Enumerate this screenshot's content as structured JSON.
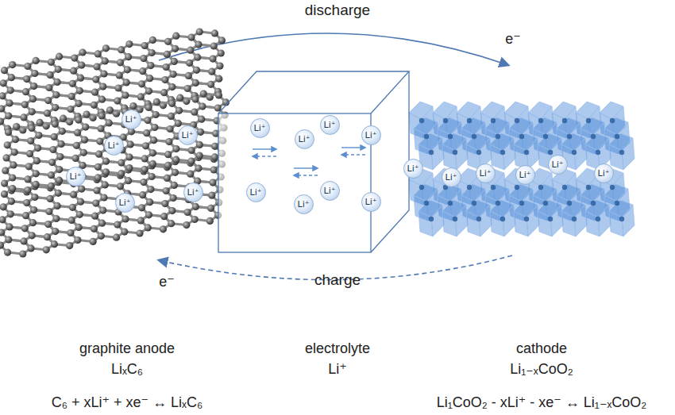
{
  "diagram": {
    "nodes": [
      {
        "text": [
          "Li⁺"
        ]
      },
      {
        "text": [
          "Li⁺"
        ]
      },
      {
        "text": [
          "Li⁺"
        ]
      },
      {
        "text": [
          "Li⁺"
        ]
      },
      {
        "text": [
          "Li⁺"
        ]
      },
      {
        "text": [
          "Li⁺"
        ]
      },
      {
        "text": [
          "Li⁺"
        ]
      },
      {
        "text": [
          "Li⁺"
        ]
      },
      {
        "text": [
          "Li⁺"
        ]
      },
      {
        "text": [
          "Li⁺"
        ]
      },
      {
        "text": [
          "Li⁺"
        ]
      },
      {
        "text": [
          "Li⁺"
        ]
      },
      {
        "text": [
          "Li⁺"
        ]
      },
      {
        "text": [
          "Li⁺"
        ]
      },
      {
        "text": [
          "Li⁺"
        ]
      },
      {
        "text": [
          "Li⁺"
        ]
      },
      {
        "text": [
          "Li⁺"
        ]
      },
      {
        "text": [
          "Li⁺"
        ]
      },
      {
        "text": [
          "Li⁺"
        ]
      },
      {
        "text": [
          "Li⁺"
        ]
      }
    ],
    "labels": [
      "discharge",
      "e⁻",
      "e⁻",
      "charge",
      "graphite anode",
      "LiₓC₆",
      "C₆ + xLi⁺ + xe⁻ ↔ LiₓC₆",
      "electrolyte",
      "Li⁺",
      "cathode",
      "Li₁₋ₓCoO₂",
      "Li₁CoO₂ - xLi⁺ - xe⁻ ↔ Li₁₋ₓCoO₂"
    ]
  }
}
